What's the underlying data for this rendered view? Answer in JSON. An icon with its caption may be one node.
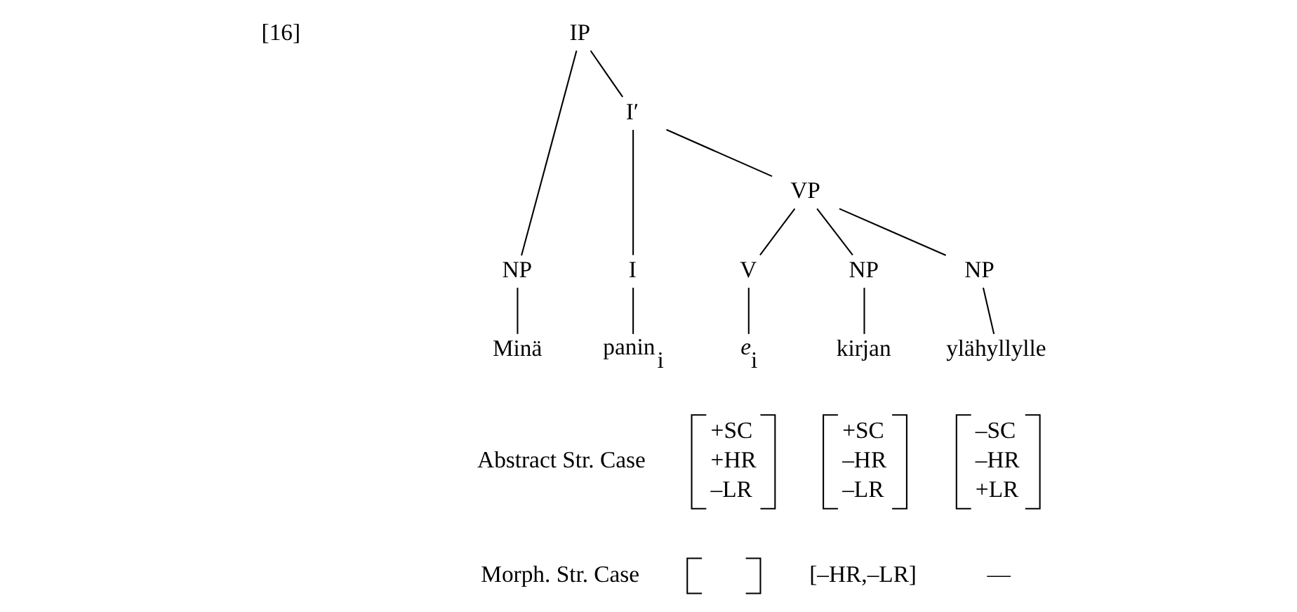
{
  "diagram": {
    "nodes": [
      {
        "text": [
          "IP"
        ]
      },
      {
        "text": [
          "I′"
        ]
      },
      {
        "text": [
          "NP"
        ]
      },
      {
        "text": [
          "I"
        ]
      },
      {
        "text": [
          "VP"
        ]
      },
      {
        "text": [
          "V"
        ]
      },
      {
        "text": [
          "NP"
        ]
      },
      {
        "text": [
          "NP"
        ]
      },
      {
        "text": [
          "Minä"
        ]
      },
      {
        "text": [
          "panin$_{i}$"
        ]
      },
      {
        "text": [
          "*e*$_{i}$"
        ]
      },
      {
        "text": [
          "kirjan"
        ]
      },
      {
        "text": [
          "ylähyllylle"
        ]
      }
    ],
    "edges": [
      {
        "from": 0,
        "to": 2,
        "arrow": "none"
      },
      {
        "from": 0,
        "to": 1,
        "arrow": "none"
      },
      {
        "from": 1,
        "to": 3,
        "arrow": "none"
      },
      {
        "from": 1,
        "to": 4,
        "arrow": "none"
      },
      {
        "from": 4,
        "to": 5,
        "arrow": "none"
      },
      {
        "from": 4,
        "to": 6,
        "arrow": "none"
      },
      {
        "from": 4,
        "to": 7,
        "arrow": "none"
      },
      {
        "from": 2,
        "to": 8,
        "arrow": "none"
      },
      {
        "from": 3,
        "to": 9,
        "arrow": "none"
      },
      {
        "from": 5,
        "to": 10,
        "arrow": "none"
      },
      {
        "from": 6,
        "to": 11,
        "arrow": "none"
      },
      {
        "from": 7,
        "to": 12,
        "arrow": "none"
      }
    ],
    "labels": [
      "[16]",
      "Abstract Str. Case",
      "+SC",
      "+HR",
      "–LR",
      "+SC",
      "–HR",
      "–LR",
      "–SC",
      "–HR",
      "+LR",
      "Morph. Str. Case",
      "[–HR,–LR]",
      "—"
    ]
  }
}
